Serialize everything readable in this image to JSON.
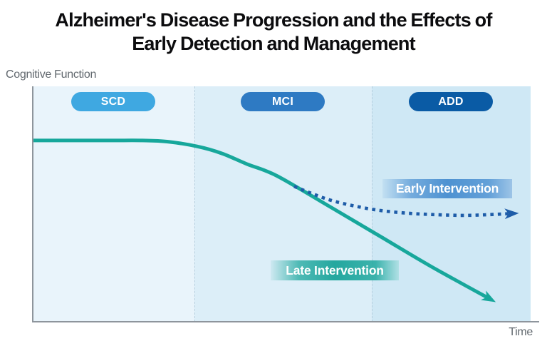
{
  "title": {
    "line1": "Alzheimer's Disease Progression and the Effects of",
    "line2": "Early Detection and Management"
  },
  "y_axis_label": "Cognitive Function",
  "x_axis_label": "Time",
  "stages": [
    {
      "label": "SCD",
      "pill_color": "#3fa8e1",
      "zone_color": "#e9f4fb",
      "x_start": 0,
      "x_end": 32.5
    },
    {
      "label": "MCI",
      "pill_color": "#2e7ac3",
      "zone_color": "#dceef8",
      "x_start": 32.5,
      "x_end": 68.1
    },
    {
      "label": "ADD",
      "pill_color": "#0a5ba5",
      "zone_color": "#cfe8f5",
      "x_start": 68.1,
      "x_end": 100
    }
  ],
  "annotations": {
    "early": {
      "label": "Early Intervention",
      "color": "#4a8fd0"
    },
    "late": {
      "label": "Late Intervention",
      "color": "#1ea59c"
    }
  },
  "colors": {
    "late_line": "#17a79b",
    "early_line": "#1e5ca8",
    "axis": "#8e959c",
    "separator": "#b5cede",
    "title_text": "#0c0c0e",
    "axis_text": "#61686e"
  },
  "chart_data": {
    "type": "line",
    "title": "Alzheimer's Disease Progression and the Effects of Early Detection and Management",
    "xlabel": "Time",
    "ylabel": "Cognitive Function",
    "x_range": [
      0,
      100
    ],
    "y_range": [
      0,
      100
    ],
    "grid": false,
    "legend_position": "inline-annotations",
    "stages": [
      "SCD",
      "MCI",
      "ADD"
    ],
    "series": [
      {
        "name": "Late Intervention",
        "style": "solid",
        "color": "#17a79b",
        "arrow_end": true,
        "points": [
          [
            0,
            77
          ],
          [
            15,
            77
          ],
          [
            22,
            77
          ],
          [
            27,
            76.5
          ],
          [
            33,
            74.5
          ],
          [
            38,
            71.5
          ],
          [
            43,
            67
          ],
          [
            49,
            62
          ],
          [
            60,
            48.5
          ],
          [
            70,
            36
          ],
          [
            80,
            23.5
          ],
          [
            92,
            9.5
          ]
        ]
      },
      {
        "name": "Early Intervention",
        "style": "dotted",
        "color": "#1e5ca8",
        "arrow_end": true,
        "points": [
          [
            52.5,
            57.5
          ],
          [
            56,
            54.5
          ],
          [
            60,
            51.5
          ],
          [
            65,
            49
          ],
          [
            70,
            47.2
          ],
          [
            76,
            46
          ],
          [
            82,
            45.4
          ],
          [
            88,
            45.2
          ],
          [
            96.5,
            46
          ]
        ]
      }
    ],
    "annotations": [
      {
        "text": "Early Intervention",
        "attached_series": "Early Intervention"
      },
      {
        "text": "Late Intervention",
        "attached_series": "Late Intervention"
      }
    ]
  }
}
